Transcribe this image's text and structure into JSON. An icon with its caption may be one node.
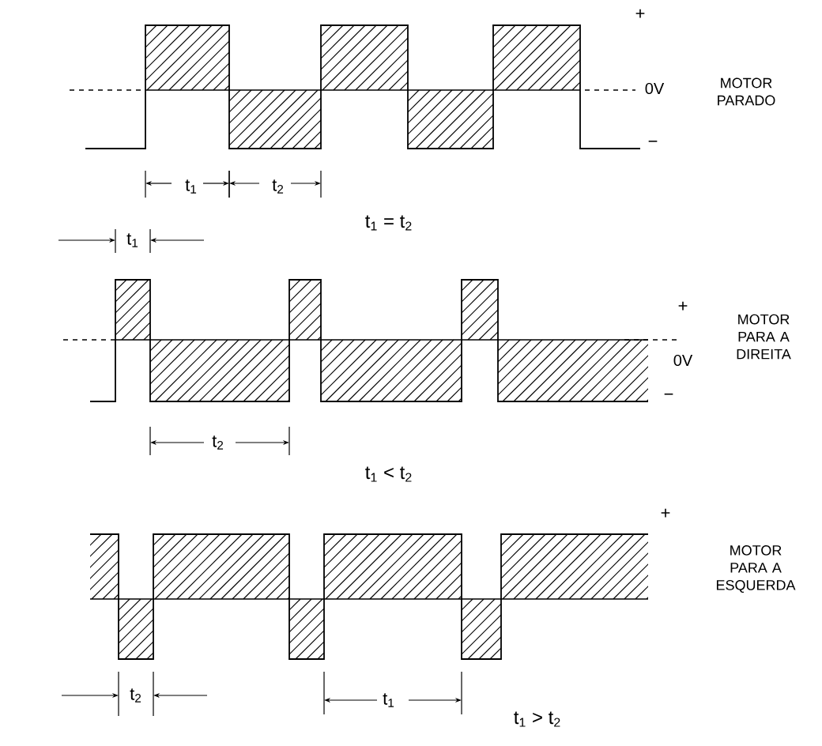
{
  "diagram": {
    "labels": [
      "+",
      "0V",
      "MOTOR PARADO",
      "−",
      "t$_{1}$",
      "t$_{2}$",
      "t$_{1}$ = t$_{2}$",
      "t$_{1}$",
      "+",
      "MOTOR PARA A DIREITA",
      "0V",
      "−",
      "t$_{2}$",
      "t$_{1}$ < t$_{2}$",
      "+",
      "MOTOR PARA A ESQUERDA",
      "t$_{2}$",
      "t$_{1}$",
      "t$_{1}$ > t$_{2}$"
    ]
  }
}
